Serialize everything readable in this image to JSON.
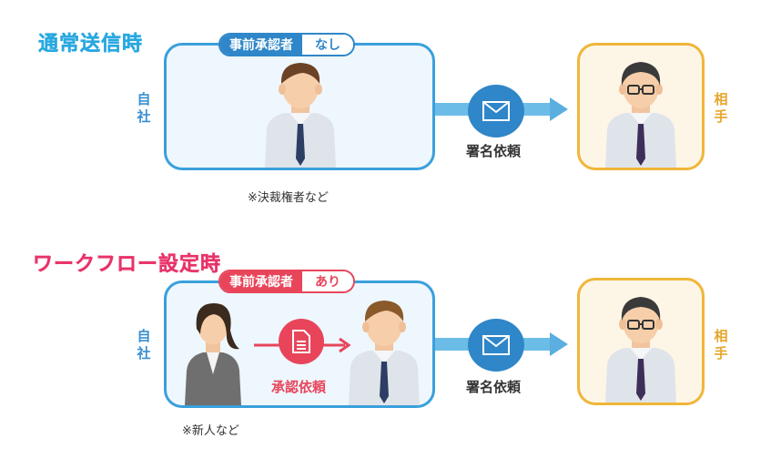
{
  "colors": {
    "normal_accent": "#29a8e0",
    "workflow_accent": "#e8356a",
    "self_border": "#3aa0dc",
    "partner_border": "#f0b63a",
    "arrow": "#6bbde8",
    "red": "#e8455b"
  },
  "normal": {
    "title": "通常送信時",
    "approver_label": "事前承認者",
    "approver_value": "なし",
    "self_label": [
      "自",
      "社"
    ],
    "partner_label": [
      "相",
      "手"
    ],
    "note": "※決裁権者など",
    "send_caption": "署名依頼",
    "send_icon": "envelope-icon"
  },
  "workflow": {
    "title": "ワークフロー設定時",
    "approver_label": "事前承認者",
    "approver_value": "あり",
    "self_label": [
      "自",
      "社"
    ],
    "partner_label": [
      "相",
      "手"
    ],
    "note": "※新人など",
    "approval_caption": "承認依頼",
    "approval_icon": "document-icon",
    "send_caption": "署名依頼",
    "send_icon": "envelope-icon"
  }
}
